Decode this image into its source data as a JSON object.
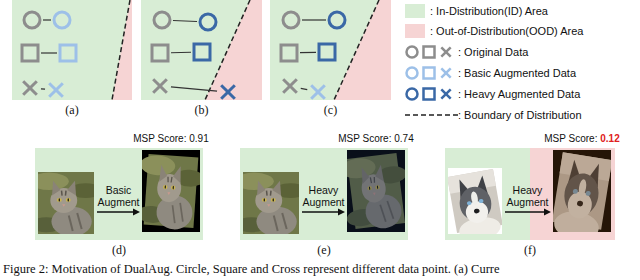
{
  "diagram": {
    "caption": "Figure 2: Motivation of DualAug. Circle, Square and Cross represent different data point. (a) Curre",
    "nodes": [
      {
        "text": [
          "(a)"
        ]
      },
      {
        "text": [
          "(b)"
        ]
      },
      {
        "text": [
          "(c)"
        ]
      },
      {
        "text": [
          "Basic Augment",
          "(d)"
        ]
      },
      {
        "text": [
          "Heavy Augment",
          "(e)"
        ]
      },
      {
        "text": [
          "Heavy Augment",
          "(f)"
        ]
      }
    ],
    "labels": [
      "MSP Score: 0.91",
      "MSP Score: 0.74",
      "MSP Score: 0.12"
    ],
    "legend": [
      {
        "text": ": In-Distribution(ID) Area",
        "color": "#d8edd5"
      },
      {
        "text": ": Out-of-Distribution(OOD) Area",
        "color": "#f6d4d4"
      },
      {
        "text": ": Original Data"
      },
      {
        "text": ": Basic Augmented Data"
      },
      {
        "text": ": Heavy Augmented Data"
      },
      {
        "text": ": Boundary of Distribution"
      }
    ]
  }
}
